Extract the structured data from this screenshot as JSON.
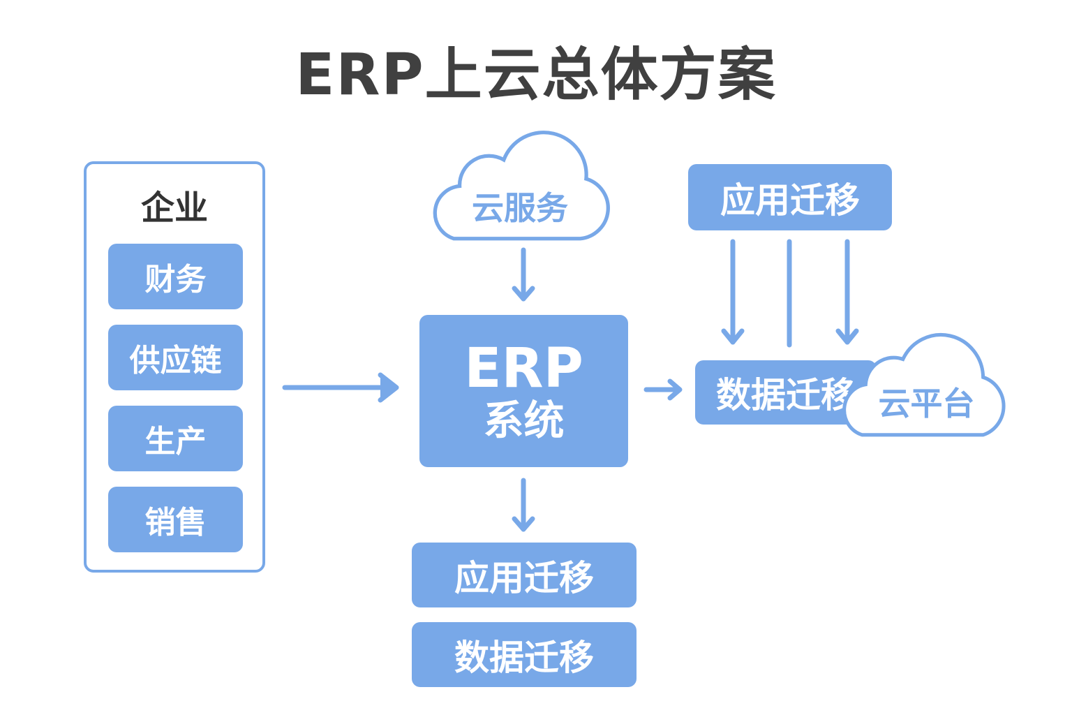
{
  "title": "ERP上云总体方案",
  "enterprise": {
    "title": "企业",
    "items": [
      "财务",
      "供应链",
      "生产",
      "销售"
    ]
  },
  "cloud_service": "云服务",
  "erp": {
    "line1": "ERP",
    "line2": "系统"
  },
  "bottom": {
    "app_migration": "应用迁移",
    "data_migration": "数据迁移"
  },
  "right": {
    "app_migration": "应用迁移",
    "data_migration": "数据迁移",
    "cloud_platform": "云平台"
  },
  "colors": {
    "accent": "#78a8e8",
    "title": "#404040"
  }
}
